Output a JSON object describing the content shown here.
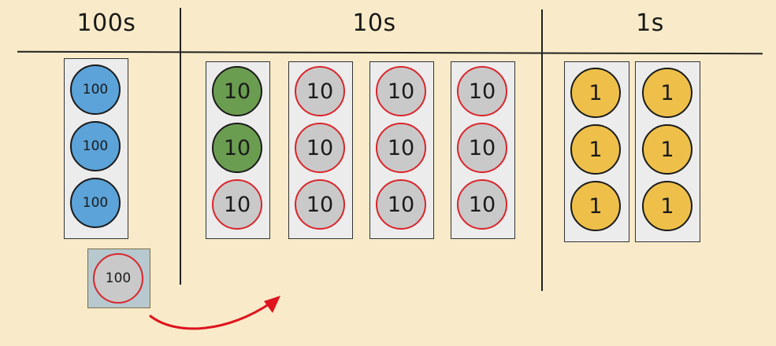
{
  "headers": {
    "hundreds": "100s",
    "tens": "10s",
    "ones": "1s"
  },
  "disc_labels": {
    "hundred": "100",
    "ten": "10",
    "one": "1"
  },
  "place_values": {
    "hundreds": {
      "stacked_discs": 3,
      "regrouped_out": 1
    },
    "tens": {
      "green_discs": 2,
      "regrouped_gray_discs": 10
    },
    "ones": {
      "discs": 6
    }
  },
  "colors": {
    "background": "#f9ebc9",
    "hundred_disc": "#5ba3d8",
    "ten_disc": "#6b9d51",
    "one_disc": "#eec04a",
    "regrouped_disc": "#c9c9c9",
    "regroup_outline": "#d9262b",
    "arrow": "#e0141e"
  }
}
